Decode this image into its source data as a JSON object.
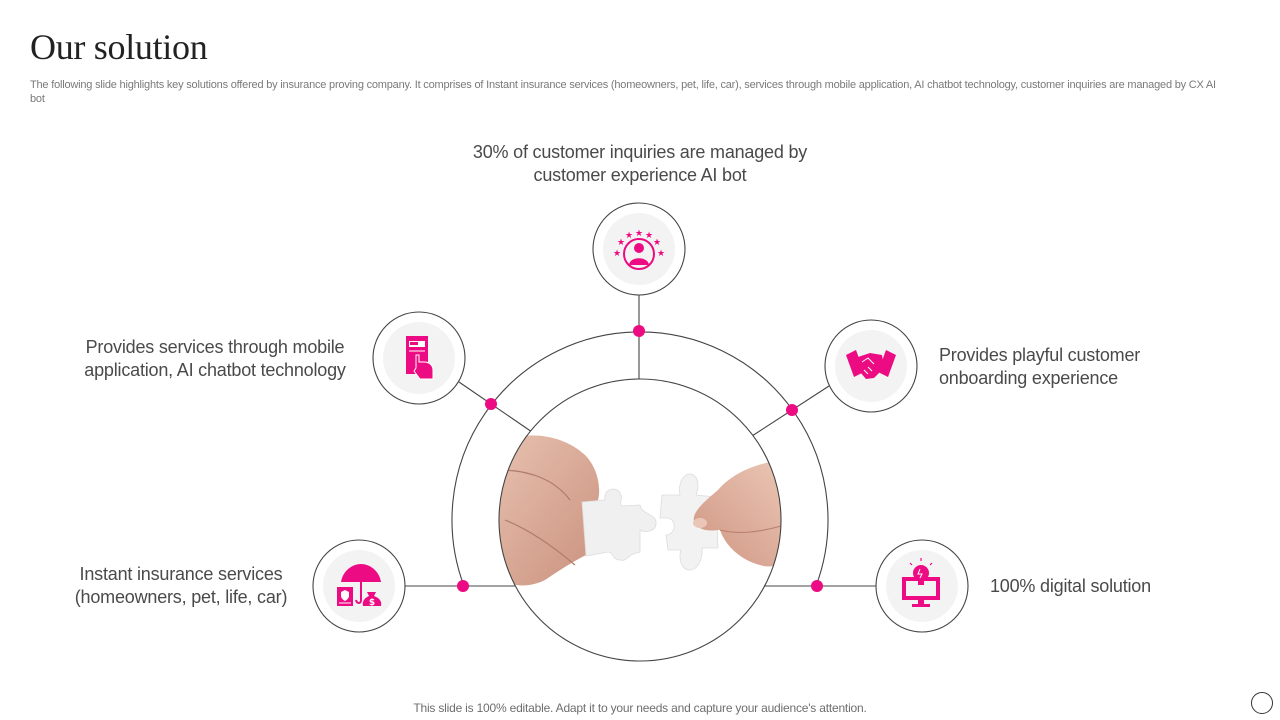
{
  "slide": {
    "title": "Our solution",
    "subtitle": "The following slide highlights key solutions offered by insurance proving company. It comprises of Instant insurance services (homeowners, pet, life, car), services through mobile application, AI chatbot technology, customer inquiries are managed by CX AI  bot",
    "footer": "This slide is 100% editable. Adapt it to your needs and capture your audience's attention."
  },
  "colors": {
    "accent": "#ec0b83",
    "line": "#444444",
    "icon_bg": "#f3f3f3",
    "text": "#4a4a4a"
  },
  "center_image": {
    "icon": "puzzle-hands-icon",
    "description": "Two hands joining white puzzle pieces"
  },
  "solutions": [
    {
      "id": "top",
      "icon": "customer-rating-icon",
      "line1": "30% of customer inquiries are managed by",
      "line2": "customer experience AI bot"
    },
    {
      "id": "upper-left",
      "icon": "mobile-tap-icon",
      "line1": "Provides services through mobile",
      "line2": "application, AI chatbot technology"
    },
    {
      "id": "upper-right",
      "icon": "handshake-icon",
      "line1": "Provides playful customer",
      "line2": "onboarding experience"
    },
    {
      "id": "lower-left",
      "icon": "insurance-umbrella-icon",
      "line1": "Instant insurance services",
      "line2": "(homeowners, pet, life, car)"
    },
    {
      "id": "lower-right",
      "icon": "digital-idea-monitor-icon",
      "line1": "100% digital solution",
      "line2": ""
    }
  ]
}
